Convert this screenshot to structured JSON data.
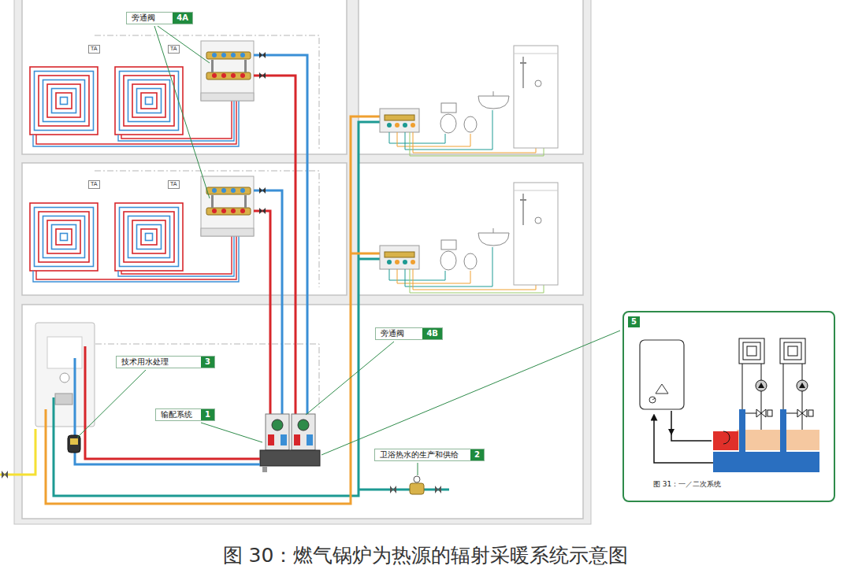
{
  "diagram": {
    "caption": "图 30：燃气锅炉为热源的辐射采暖系统示意图",
    "nodes": [
      {
        "text": [
          "旁通阀",
          "4A"
        ]
      },
      {
        "text": [
          "TA"
        ]
      },
      {
        "text": [
          "TA"
        ]
      },
      {
        "text": [
          "TA"
        ]
      },
      {
        "text": [
          "TA"
        ]
      },
      {
        "text": [
          "5",
          "图 31：一／二次系统"
        ]
      },
      {
        "text": [
          "旁通阀",
          "4B"
        ]
      },
      {
        "text": [
          "技术用水处理",
          "3"
        ]
      },
      {
        "text": [
          "输配系统",
          "1"
        ]
      },
      {
        "text": [
          "卫浴热水的生产和供给",
          "2"
        ]
      }
    ]
  }
}
